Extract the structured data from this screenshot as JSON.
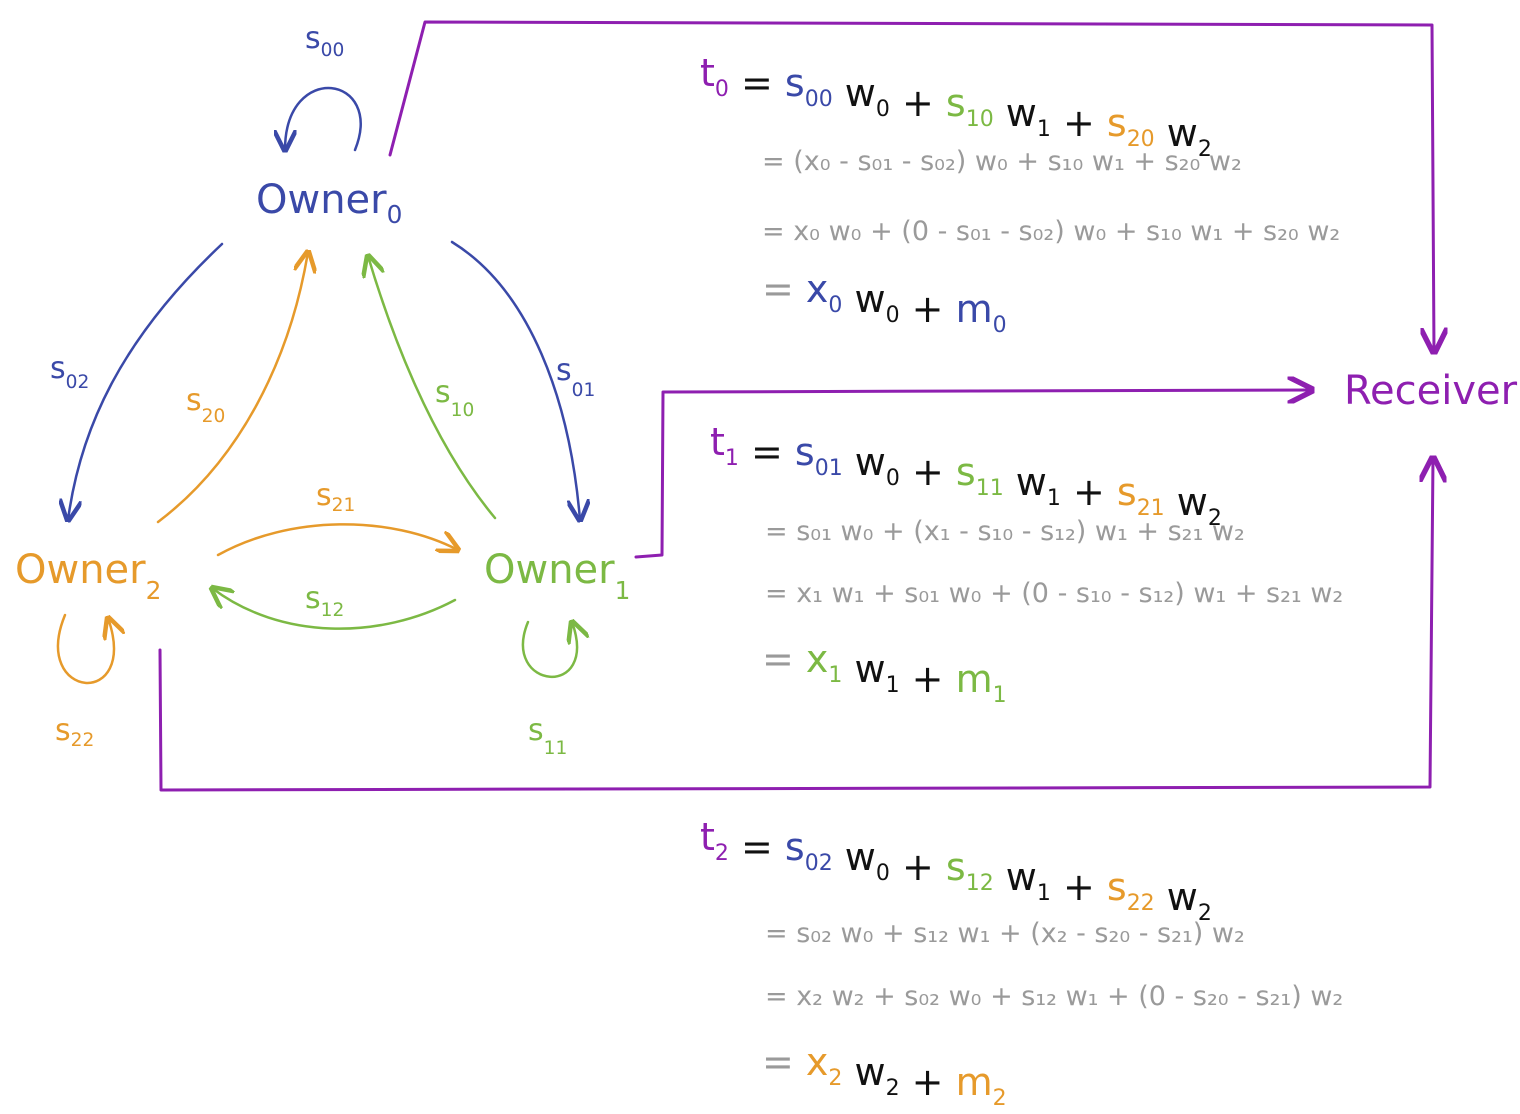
{
  "colors": {
    "owner0": "#3a49a8",
    "owner1": "#7cb944",
    "owner2": "#e69a2b",
    "receiver": "#8e1fb0",
    "black": "#111111",
    "grey": "#9a9a9a"
  },
  "nodes": {
    "owner0": {
      "base": "Owner",
      "sub": "0"
    },
    "owner1": {
      "base": "Owner",
      "sub": "1"
    },
    "owner2": {
      "base": "Owner",
      "sub": "2"
    },
    "receiver": "Receiver"
  },
  "edges": {
    "s00": {
      "base": "s",
      "sub": "00"
    },
    "s01": {
      "base": "s",
      "sub": "01"
    },
    "s02": {
      "base": "s",
      "sub": "02"
    },
    "s10": {
      "base": "s",
      "sub": "10"
    },
    "s11": {
      "base": "s",
      "sub": "11"
    },
    "s12": {
      "base": "s",
      "sub": "12"
    },
    "s20": {
      "base": "s",
      "sub": "20"
    },
    "s21": {
      "base": "s",
      "sub": "21"
    },
    "s22": {
      "base": "s",
      "sub": "22"
    }
  },
  "equations": {
    "t0": {
      "main": [
        {
          "t": "t",
          "s": "0",
          "c": "receiver"
        },
        {
          "t": " = ",
          "c": "black"
        },
        {
          "t": "s",
          "s": "00",
          "c": "owner0"
        },
        {
          "t": " w",
          "s": "0",
          "c": "black"
        },
        {
          "t": " + ",
          "c": "black"
        },
        {
          "t": "s",
          "s": "10",
          "c": "owner1"
        },
        {
          "t": " w",
          "s": "1",
          "c": "black"
        },
        {
          "t": " + ",
          "c": "black"
        },
        {
          "t": "s",
          "s": "20",
          "c": "owner2"
        },
        {
          "t": " w",
          "s": "2",
          "c": "black"
        }
      ],
      "line1": "= (x₀ - s₀₁ - s₀₂) w₀ + s₁₀ w₁ + s₂₀ w₂",
      "line2": "= x₀ w₀ + (0 - s₀₁ - s₀₂) w₀ + s₁₀ w₁ + s₂₀ w₂",
      "final": [
        {
          "t": "= ",
          "c": "grey"
        },
        {
          "t": "x",
          "s": "0",
          "c": "owner0"
        },
        {
          "t": " w",
          "s": "0",
          "c": "black"
        },
        {
          "t": " + ",
          "c": "black"
        },
        {
          "t": "m",
          "s": "0",
          "c": "owner0"
        }
      ]
    },
    "t1": {
      "main": [
        {
          "t": "t",
          "s": "1",
          "c": "receiver"
        },
        {
          "t": " = ",
          "c": "black"
        },
        {
          "t": "s",
          "s": "01",
          "c": "owner0"
        },
        {
          "t": " w",
          "s": "0",
          "c": "black"
        },
        {
          "t": " + ",
          "c": "black"
        },
        {
          "t": "s",
          "s": "11",
          "c": "owner1"
        },
        {
          "t": " w",
          "s": "1",
          "c": "black"
        },
        {
          "t": " + ",
          "c": "black"
        },
        {
          "t": "s",
          "s": "21",
          "c": "owner2"
        },
        {
          "t": " w",
          "s": "2",
          "c": "black"
        }
      ],
      "line1": "= s₀₁ w₀ + (x₁ - s₁₀ - s₁₂) w₁ + s₂₁ w₂",
      "line2": "= x₁ w₁ + s₀₁ w₀ + (0 - s₁₀ - s₁₂) w₁ + s₂₁ w₂",
      "final": [
        {
          "t": "= ",
          "c": "grey"
        },
        {
          "t": "x",
          "s": "1",
          "c": "owner1"
        },
        {
          "t": " w",
          "s": "1",
          "c": "black"
        },
        {
          "t": " + ",
          "c": "black"
        },
        {
          "t": "m",
          "s": "1",
          "c": "owner1"
        }
      ]
    },
    "t2": {
      "main": [
        {
          "t": "t",
          "s": "2",
          "c": "receiver"
        },
        {
          "t": " = ",
          "c": "black"
        },
        {
          "t": "s",
          "s": "02",
          "c": "owner0"
        },
        {
          "t": " w",
          "s": "0",
          "c": "black"
        },
        {
          "t": " + ",
          "c": "black"
        },
        {
          "t": "s",
          "s": "12",
          "c": "owner1"
        },
        {
          "t": " w",
          "s": "1",
          "c": "black"
        },
        {
          "t": " + ",
          "c": "black"
        },
        {
          "t": "s",
          "s": "22",
          "c": "owner2"
        },
        {
          "t": " w",
          "s": "2",
          "c": "black"
        }
      ],
      "line1": "= s₀₂ w₀ + s₁₂ w₁ + (x₂ - s₂₀ - s₂₁) w₂",
      "line2": "= x₂ w₂ + s₀₂ w₀ + s₁₂ w₁ + (0 - s₂₀ - s₂₁) w₂",
      "final": [
        {
          "t": "= ",
          "c": "grey"
        },
        {
          "t": "x",
          "s": "2",
          "c": "owner2"
        },
        {
          "t": " w",
          "s": "2",
          "c": "black"
        },
        {
          "t": " + ",
          "c": "black"
        },
        {
          "t": "m",
          "s": "2",
          "c": "owner2"
        }
      ]
    }
  }
}
